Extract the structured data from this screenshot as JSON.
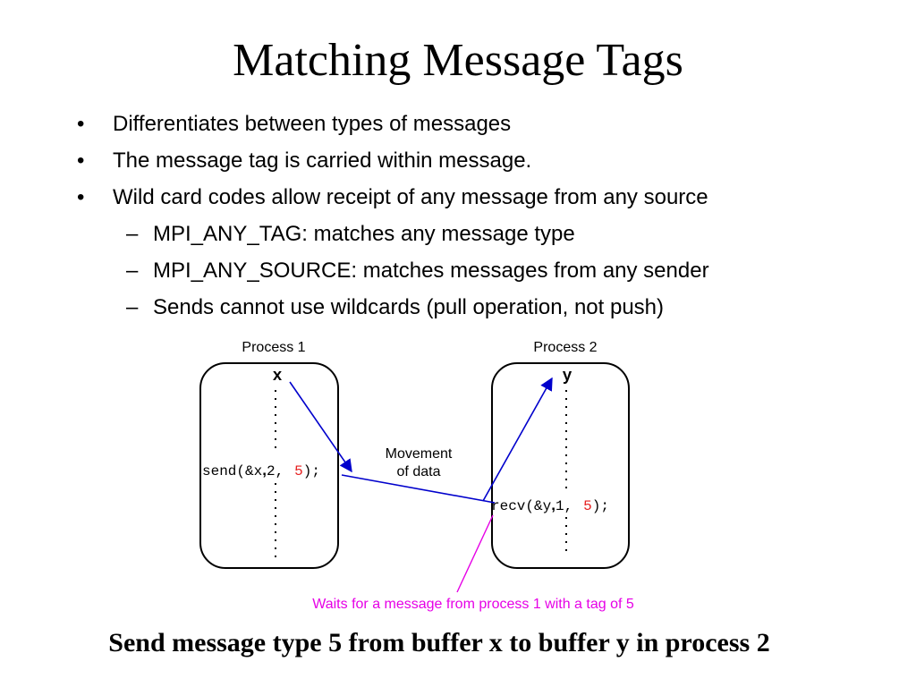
{
  "title": "Matching Message Tags",
  "bullets": [
    {
      "mark": "•",
      "text": "Differentiates between types of messages"
    },
    {
      "mark": "•",
      "text": "The message tag is carried within message."
    },
    {
      "mark": "•",
      "text": "Wild card codes allow receipt of any message from any source"
    }
  ],
  "sub_bullets": [
    {
      "mark": "–",
      "text": "MPI_ANY_TAG: matches any message type"
    },
    {
      "mark": "–",
      "text": "MPI_ANY_SOURCE: matches messages from any sender"
    },
    {
      "mark": "–",
      "text": "Sends cannot use wildcards (pull operation, not push)"
    }
  ],
  "diagram": {
    "process1": {
      "label": "Process 1",
      "var": "x",
      "call_name": "send(&x",
      "arg_tag": "2",
      "arg_comma": ",",
      "arg_src": "5",
      "call_end": ");"
    },
    "process2": {
      "label": "Process 2",
      "var": "y",
      "call_name": "recv(&y",
      "arg_tag": "1",
      "arg_comma": ",",
      "arg_src": "5",
      "call_end": ");"
    },
    "movement_label_1": "Movement",
    "movement_label_2": "of data",
    "waits_note": "Waits for a message from process 1 with a tag of 5",
    "colors": {
      "arrow": "#0000cc",
      "note": "#e600e6",
      "tag": "#e62020",
      "box": "#000000"
    }
  },
  "closing": "Send message type 5 from buffer x to buffer y in process 2"
}
